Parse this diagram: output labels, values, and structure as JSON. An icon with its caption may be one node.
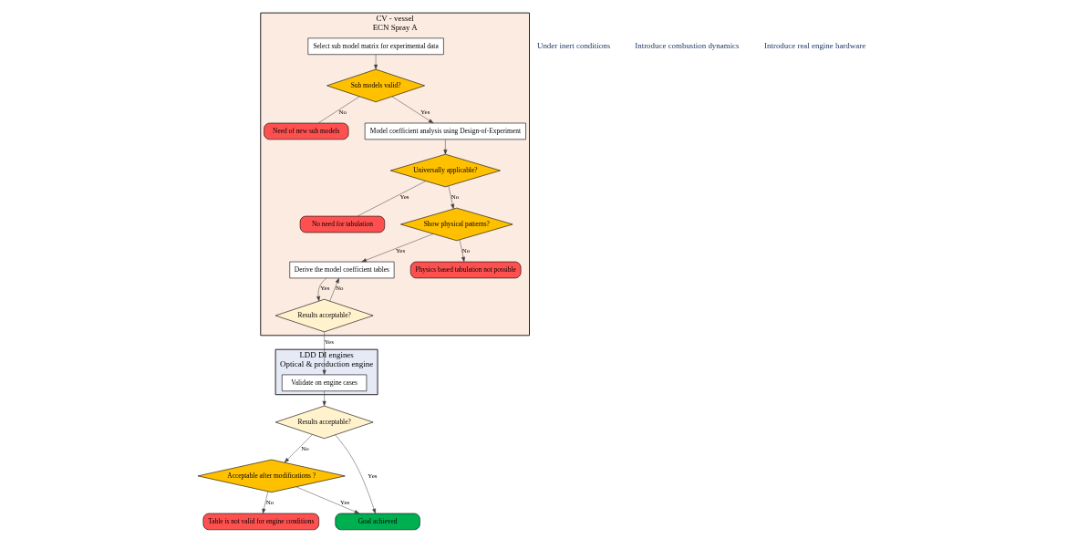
{
  "diagram": {
    "nodes": [
      {
        "text": [
          "CV - vessel",
          "ECN Spray A"
        ]
      },
      {
        "text": [
          "LDD DI engines",
          "Optical & production engine"
        ]
      },
      {
        "text": [
          "Select sub model matrix for experimental data"
        ],
        "in": 0
      },
      {
        "text": [
          "Sub models valid?"
        ],
        "in": 0
      },
      {
        "text": [
          "Need of new sub models"
        ],
        "in": 0
      },
      {
        "text": [
          "Model coefficient analysis using Design-of-Experiment"
        ],
        "in": 0
      },
      {
        "text": [
          "Universally applicable?"
        ],
        "in": 0
      },
      {
        "text": [
          "No need for tabulation"
        ],
        "in": 0
      },
      {
        "text": [
          "Derive the model coefficient tables"
        ],
        "in": 0
      },
      {
        "text": [
          "Results acceptable?"
        ],
        "in": 0
      },
      {
        "text": [
          "Show physical patterns?"
        ],
        "in": 0
      },
      {
        "text": [
          "Physics based tabulation not possible"
        ],
        "in": 0
      },
      {
        "text": [
          "Validate on engine cases"
        ],
        "in": 1
      },
      {
        "text": [
          "Results acceptable?"
        ]
      },
      {
        "text": [
          "Acceptable after modifications ?"
        ]
      },
      {
        "text": [
          "Table is not valid for engine conditions"
        ]
      },
      {
        "text": [
          "Goal achieved"
        ]
      }
    ],
    "edges": [
      {
        "from": 2,
        "to": 3,
        "arrow": "to"
      },
      {
        "from": 3,
        "to": 4,
        "arrow": "none",
        "label": "No"
      },
      {
        "from": 3,
        "to": 5,
        "arrow": "to",
        "label": "Yes"
      },
      {
        "from": 5,
        "to": 6,
        "arrow": "to"
      },
      {
        "from": 6,
        "to": 7,
        "arrow": "none",
        "label": "Yes"
      },
      {
        "from": 6,
        "to": 10,
        "arrow": "to",
        "label": "No"
      },
      {
        "from": 10,
        "to": 8,
        "arrow": "to",
        "label": "Yes"
      },
      {
        "from": 10,
        "to": 11,
        "arrow": "to",
        "label": "No"
      },
      {
        "from": 8,
        "to": 9,
        "arrow": "to",
        "label": "Yes"
      },
      {
        "from": 9,
        "to": 8,
        "arrow": "to",
        "label": "No"
      },
      {
        "from": 9,
        "to": 12,
        "arrow": "to",
        "label": "Yes"
      },
      {
        "from": 12,
        "to": 13,
        "arrow": "to"
      },
      {
        "from": 13,
        "to": 16,
        "arrow": "to",
        "label": "Yes"
      },
      {
        "from": 13,
        "to": 14,
        "arrow": "to",
        "label": "No"
      },
      {
        "from": 14,
        "to": 16,
        "arrow": "to",
        "label": "Yes"
      },
      {
        "from": 14,
        "to": 15,
        "arrow": "to",
        "label": "No"
      }
    ],
    "labels": [
      "Under inert conditions",
      "Introduce combustion dynamics",
      "Introduce real engine hardware"
    ]
  }
}
